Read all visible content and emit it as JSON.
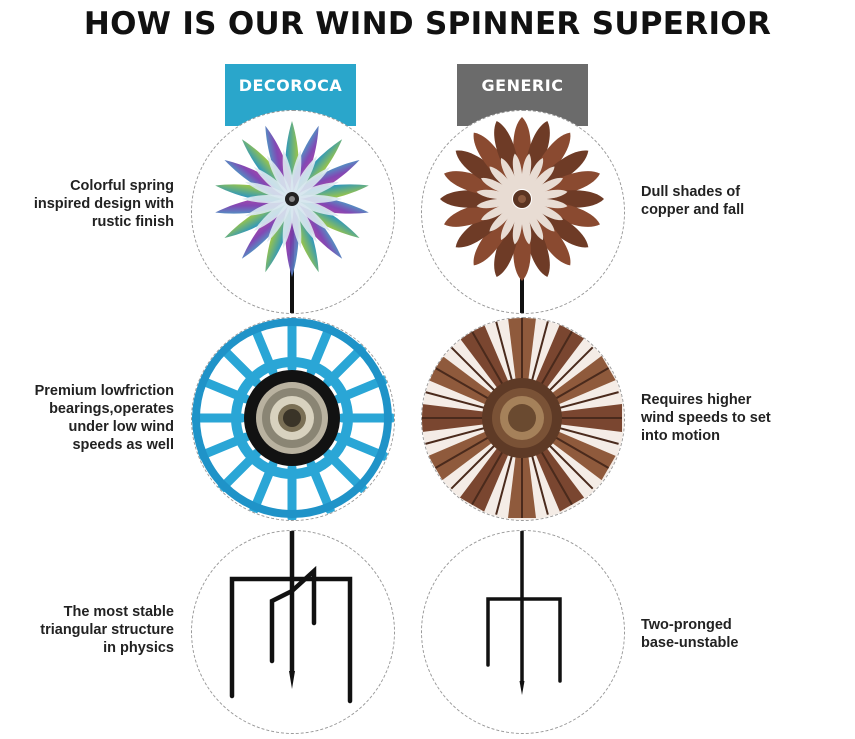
{
  "title": "HOW IS OUR WIND SPINNER SUPERIOR",
  "columns": {
    "brand_label": "DECOROCA",
    "generic_label": "GENERIC",
    "brand_color": "#2aa6cb",
    "generic_color": "#6b6b6b"
  },
  "rows": [
    {
      "brand_text": "Colorful spring\ninspired design with\nrustic finish",
      "generic_text": "Dull shades of\ncopper and fall",
      "brand_image": "colorful-spinner-icon",
      "generic_image": "copper-spinner-icon"
    },
    {
      "brand_text": "Premium lowfriction\nbearings,operates\nunder low wind\nspeeds as well",
      "generic_text": "Requires higher\nwind speeds to set\ninto motion",
      "brand_image": "blue-bearing-hub-icon",
      "generic_image": "rusty-hub-icon"
    },
    {
      "brand_text": "The most stable\ntriangular structure\nin physics",
      "generic_text": "Two-pronged\nbase-unstable",
      "brand_image": "four-prong-stake-icon",
      "generic_image": "two-prong-stake-icon"
    }
  ]
}
